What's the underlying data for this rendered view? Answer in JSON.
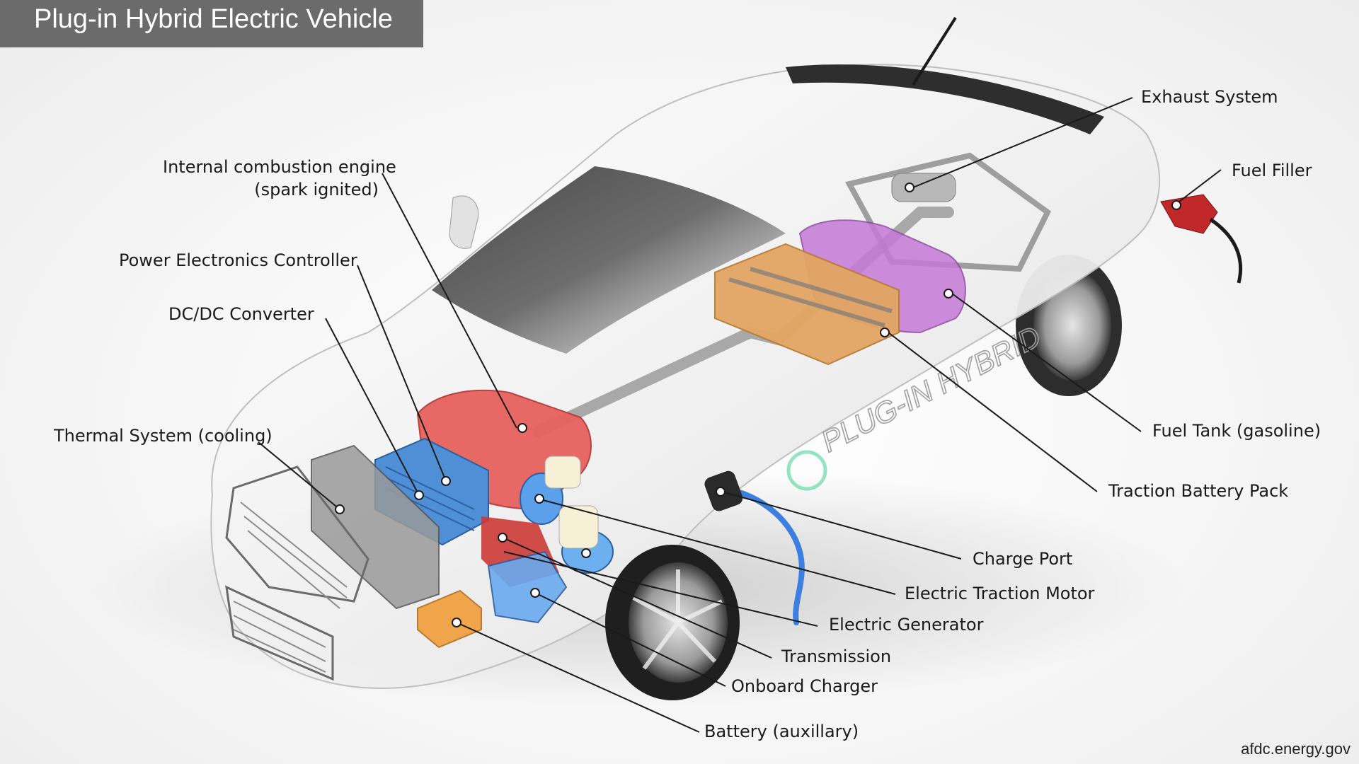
{
  "title": "Plug-in Hybrid Electric Vehicle",
  "credit": "afdc.energy.gov",
  "side_text": "PLUG-IN HYBRID",
  "colors": {
    "title_bar": "#6b6b6b",
    "engine": "#e8615f",
    "power_electronics": "#4f8fd6",
    "traction_battery": "#e2a663",
    "fuel_tank": "#c679d8",
    "charge_cable": "#3d7fe0"
  },
  "labels": {
    "ice_line1": "Internal combustion engine",
    "ice_line2": "(spark ignited)",
    "power_electronics": "Power Electronics Controller",
    "dcdc": "DC/DC Converter",
    "thermal": "Thermal System (cooling)",
    "exhaust": "Exhaust System",
    "fuel_filler": "Fuel Filler",
    "fuel_tank": "Fuel Tank (gasoline)",
    "traction_battery": "Traction Battery Pack",
    "charge_port": "Charge Port",
    "traction_motor": "Electric Traction Motor",
    "generator": "Electric Generator",
    "transmission": "Transmission",
    "onboard_charger": "Onboard Charger",
    "battery_aux": "Battery (auxillary)"
  }
}
